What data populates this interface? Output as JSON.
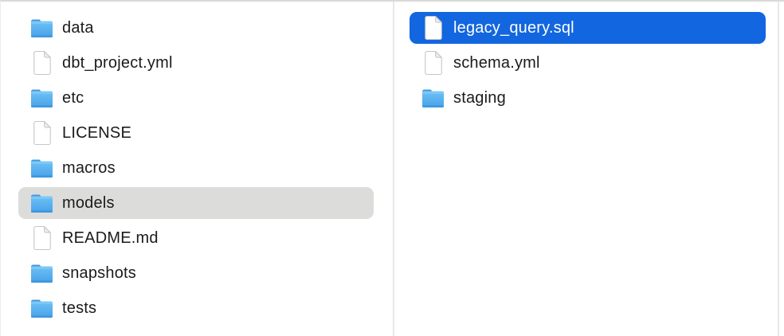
{
  "view": {
    "kind": "finder-column-browser",
    "columns_visible": 2
  },
  "colors": {
    "selection_active_blue": "#1266DF",
    "selection_inactive_gray": "#DCDCDB",
    "selected_text_white": "#FFFFFF",
    "text_dark": "#1B1B1B",
    "column_divider": "#E8E8E8",
    "folder_blue": "#58AFEF",
    "chevron_gray": "#7B7B7E"
  },
  "columns": [
    {
      "name": "column-1",
      "items": [
        {
          "label": "data",
          "type": "folder",
          "expandable": true,
          "selected": false
        },
        {
          "label": "dbt_project.yml",
          "type": "file",
          "expandable": false,
          "selected": false
        },
        {
          "label": "etc",
          "type": "folder",
          "expandable": true,
          "selected": false
        },
        {
          "label": "LICENSE",
          "type": "file",
          "expandable": false,
          "selected": false
        },
        {
          "label": "macros",
          "type": "folder",
          "expandable": true,
          "selected": false
        },
        {
          "label": "models",
          "type": "folder",
          "expandable": true,
          "selected": true,
          "selection_style": "inactive-gray"
        },
        {
          "label": "README.md",
          "type": "file",
          "expandable": false,
          "selected": false
        },
        {
          "label": "snapshots",
          "type": "folder",
          "expandable": true,
          "selected": false
        },
        {
          "label": "tests",
          "type": "folder",
          "expandable": true,
          "selected": false
        }
      ]
    },
    {
      "name": "column-2",
      "items": [
        {
          "label": "legacy_query.sql",
          "type": "file",
          "expandable": false,
          "selected": true,
          "selection_style": "active-blue"
        },
        {
          "label": "schema.yml",
          "type": "file",
          "expandable": false,
          "selected": false
        },
        {
          "label": "staging",
          "type": "folder",
          "expandable": true,
          "selected": false
        }
      ]
    }
  ]
}
